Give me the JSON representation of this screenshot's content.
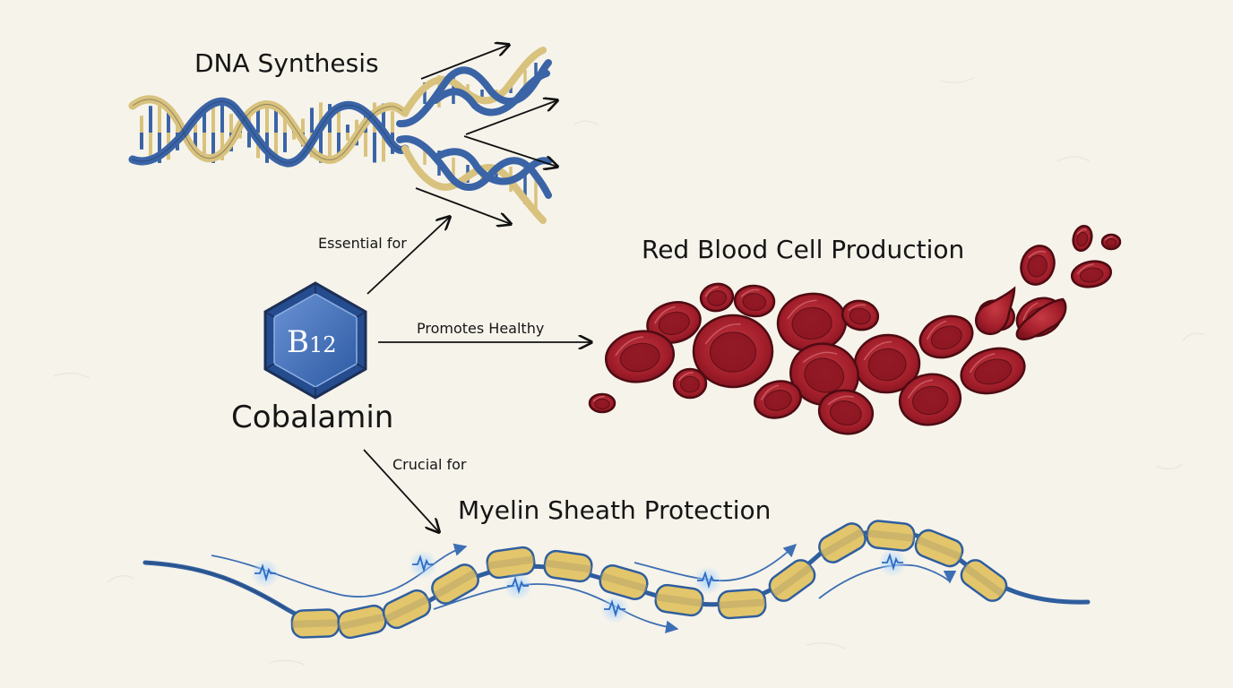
{
  "labels": {
    "dna_synthesis": "DNA Synthesis",
    "rbc_production": "Red Blood Cell Production",
    "myelin_protection": "Myelin Sheath Protection",
    "cobalamin": "Cobalamin",
    "essential_for": "Essential for",
    "promotes_healthy": "Promotes Healthy",
    "crucial_for": "Crucial for"
  },
  "badge": {
    "letter": "B",
    "number": "12"
  },
  "colors": {
    "background": "#f6f3ea",
    "dna_blue": "#3a64a6",
    "dna_gold": "#d8c27e",
    "blood_red": "#a51f2b",
    "blood_dark": "#5a0d14",
    "myelin_gold": "#e3c66b",
    "nerve_blue": "#2f5e9e",
    "badge_blue": "#3f6fb8"
  },
  "icons": [
    "dna-helix-icon",
    "vitamin-b12-hexagon-icon",
    "red-blood-cell-icon",
    "myelinated-axon-icon",
    "nerve-impulse-icon"
  ]
}
